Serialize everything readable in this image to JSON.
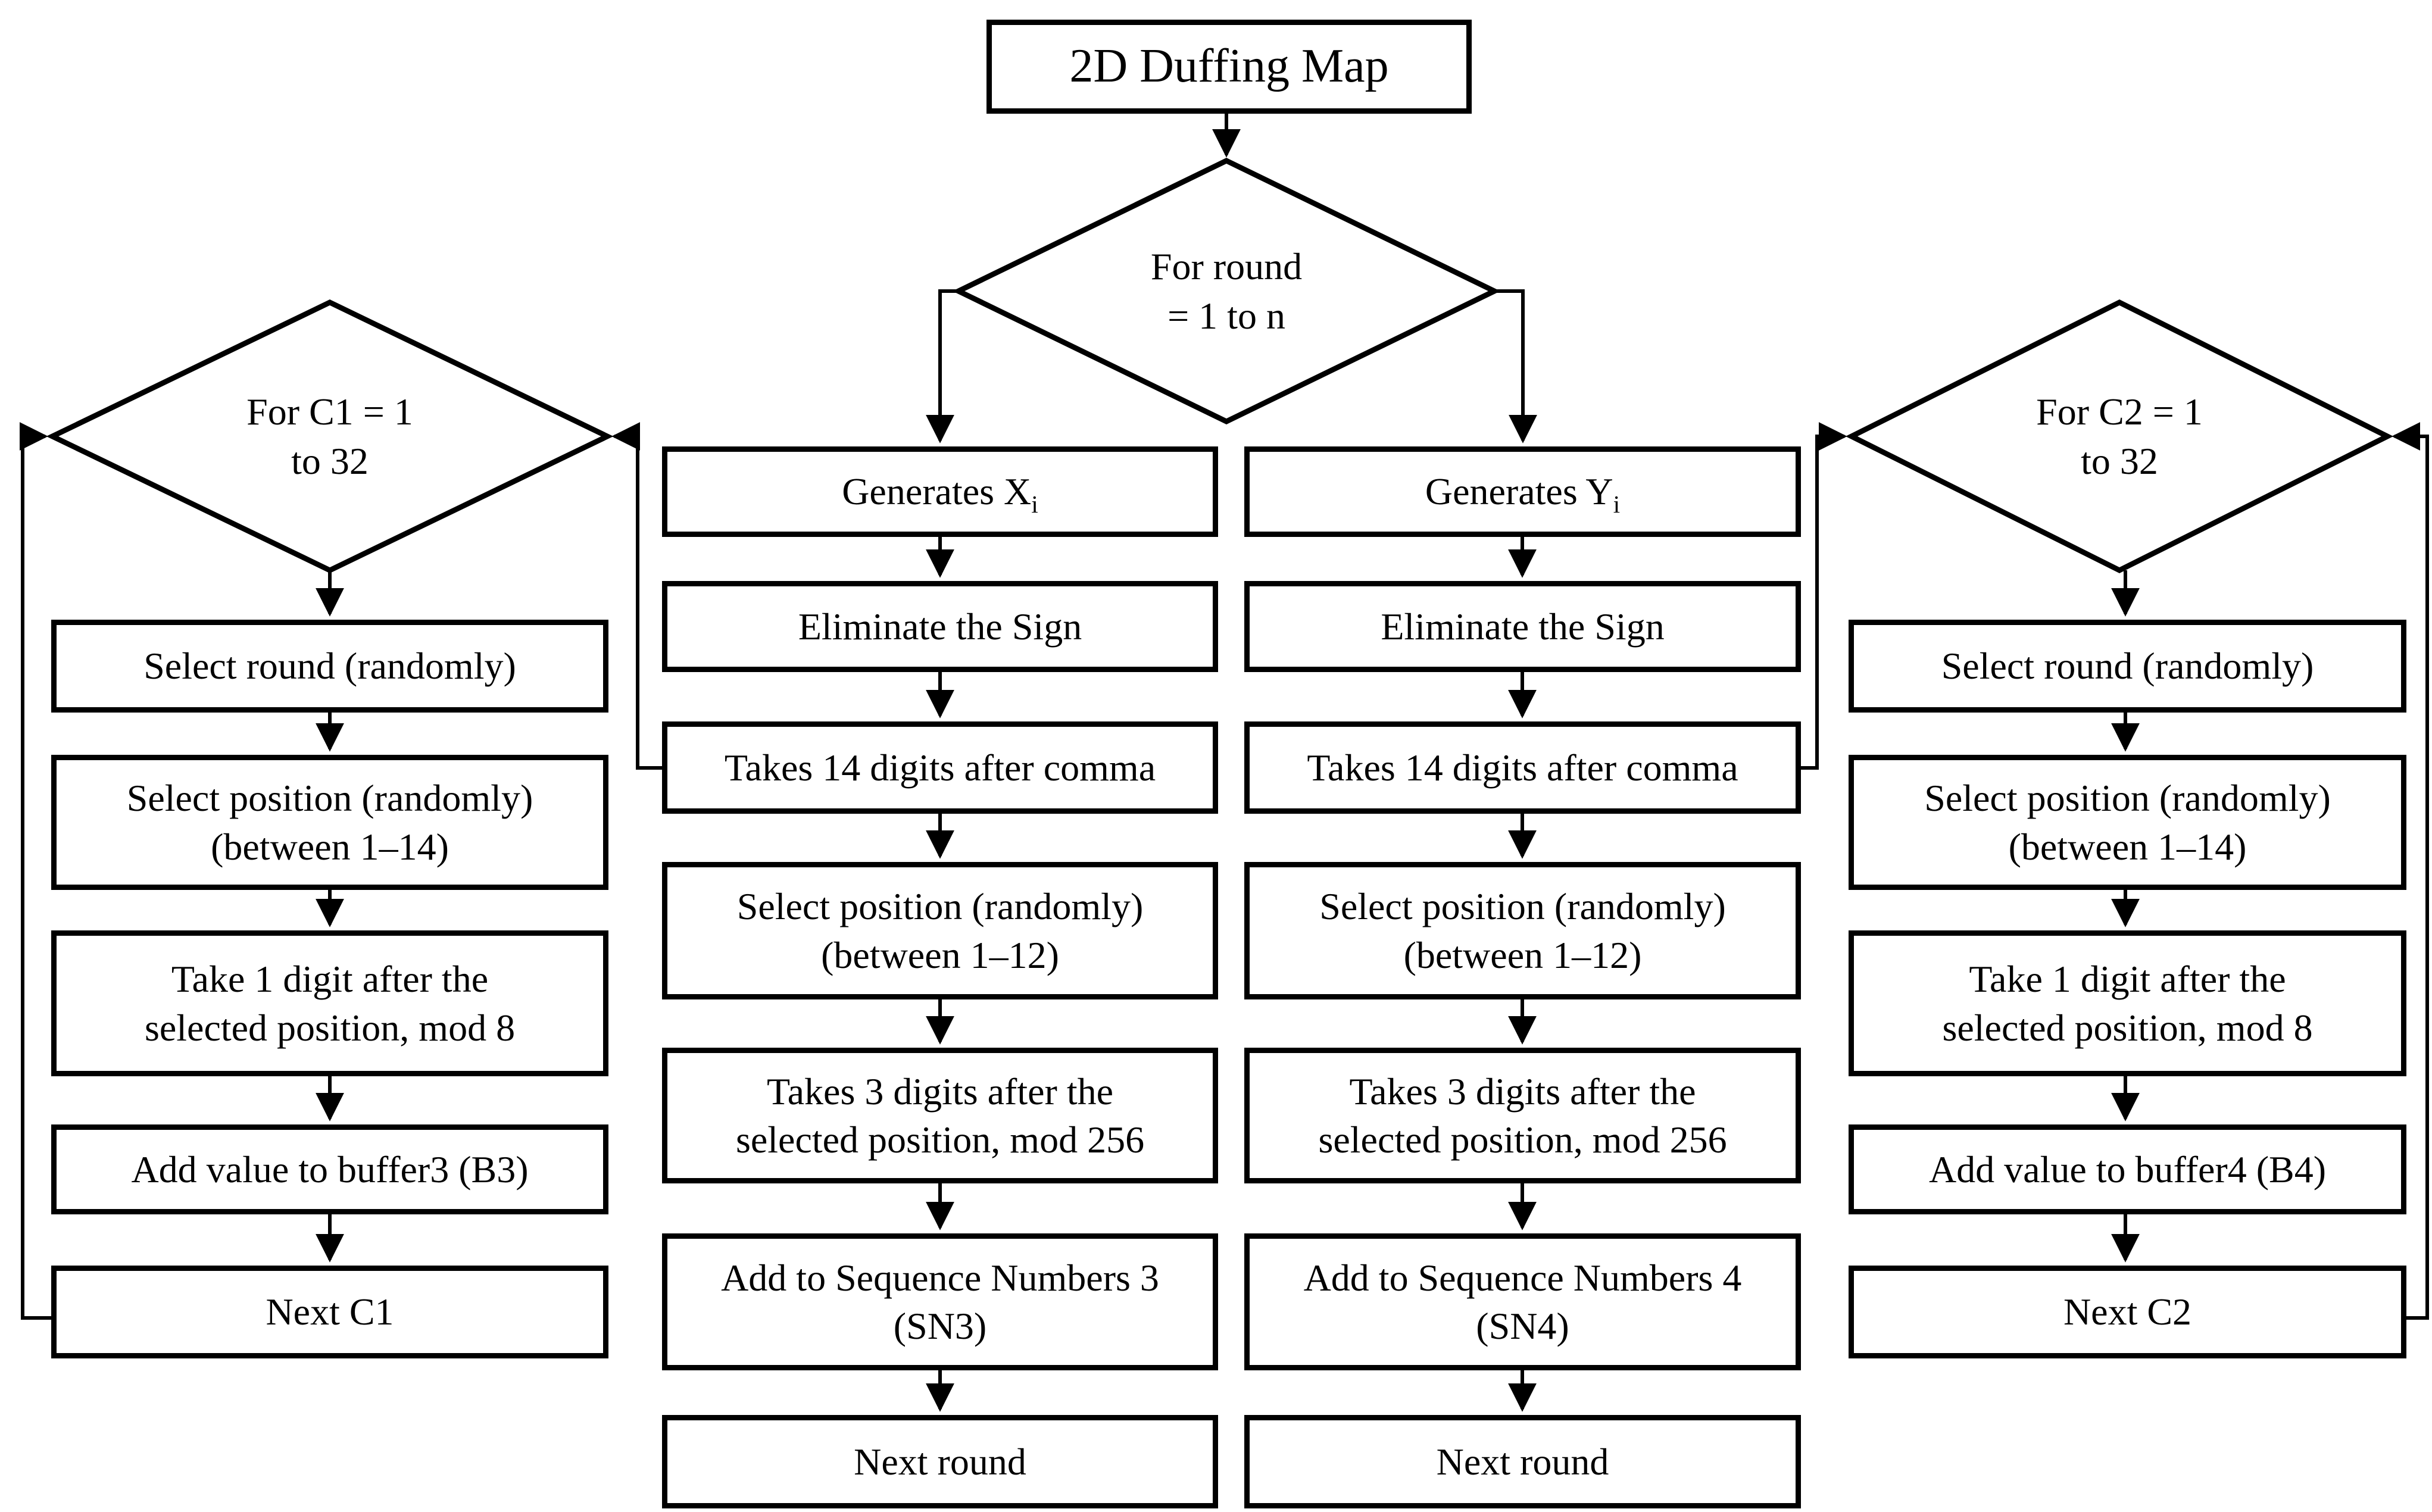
{
  "colors": {
    "line": "#000000",
    "background": "#ffffff"
  },
  "nodes": {
    "duffing": "2D Duffing Map",
    "round_loop": "For round\n= 1 to n",
    "c1_loop": "For C1 = 1\nto 32",
    "c2_loop": "For C2 = 1\nto 32",
    "x": {
      "generates_pre": "Generates X",
      "generates_sub": "i",
      "eliminate": "Eliminate the Sign",
      "takes14": "Takes 14 digits after comma",
      "select_pos": "Select position (randomly)\n(between 1–12)",
      "takes3": "Takes 3 digits after the\nselected position, mod 256",
      "add_seq": "Add to Sequence Numbers 3\n(SN3)",
      "next_round": "Next round"
    },
    "y": {
      "generates_pre": "Generates Y",
      "generates_sub": "i",
      "eliminate": "Eliminate the Sign",
      "takes14": "Takes 14 digits after comma",
      "select_pos": "Select position (randomly)\n(between 1–12)",
      "takes3": "Takes 3 digits after the\nselected position, mod 256",
      "add_seq": "Add to Sequence Numbers 4\n(SN4)",
      "next_round": "Next round"
    },
    "c1": {
      "select_round": "Select round (randomly)",
      "select_pos": "Select position (randomly)\n(between 1–14)",
      "take1": "Take 1 digit after the\nselected position, mod 8",
      "add_value": "Add value to buffer3 (B3)",
      "next": "Next C1"
    },
    "c2": {
      "select_round": "Select round (randomly)",
      "select_pos": "Select position (randomly)\n(between 1–14)",
      "take1": "Take 1 digit after the\nselected position, mod 8",
      "add_value": "Add value to buffer4 (B4)",
      "next": "Next C2"
    }
  }
}
